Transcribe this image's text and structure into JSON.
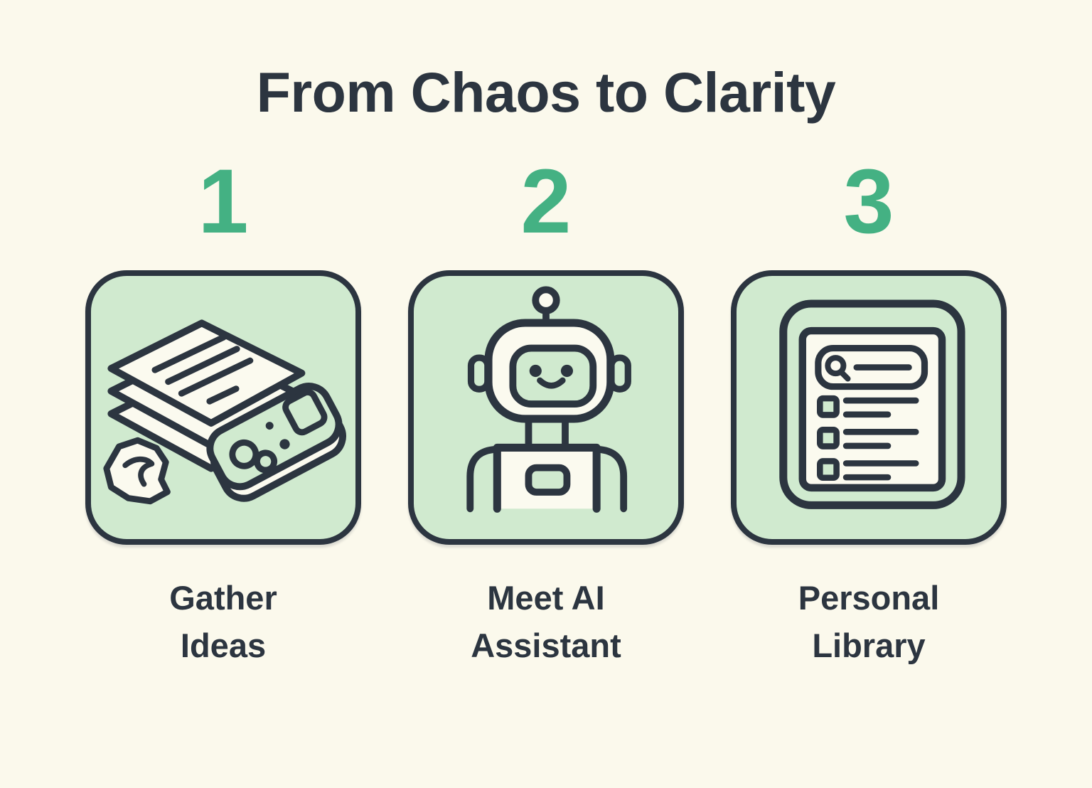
{
  "title": "From Chaos to Clarity",
  "colors": {
    "background": "#fbf9ec",
    "ink": "#2c3540",
    "accent_green": "#44b183",
    "card_fill": "#d0eacf",
    "paper_fill": "#fbfaef"
  },
  "steps": [
    {
      "number": "1",
      "label": "Gather\nIdeas",
      "icon": "papers-recorder-icon"
    },
    {
      "number": "2",
      "label": "Meet AI\nAssistant",
      "icon": "robot-assistant-icon"
    },
    {
      "number": "3",
      "label": "Personal\nLibrary",
      "icon": "library-checklist-icon"
    }
  ]
}
